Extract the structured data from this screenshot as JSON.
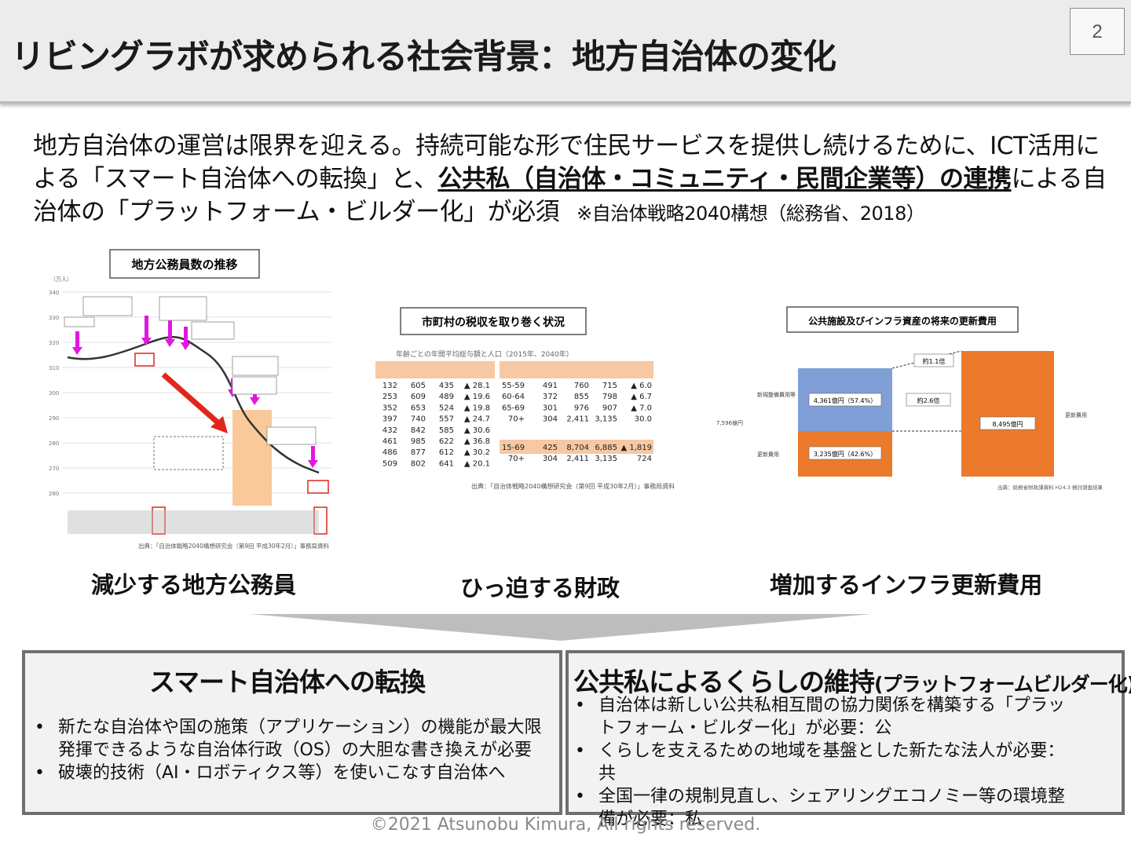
{
  "header": {
    "title": "リビングラボが求められる社会背景：地方自治体の変化",
    "page_number": "2"
  },
  "lead": {
    "text_1": "地方自治体の運営は限界を迎える。持続可能な形で住民サービスを提供し続けるために、ICT活用による「スマート自治体への転換」と、",
    "text_strong": "公共私（自治体・コミュニティ・民間企業等）の連携",
    "text_2": "による自治体の「プラットフォーム・ビルダー化」が必須",
    "source": "※自治体戦略2040構想（総務省、2018）"
  },
  "figures": {
    "staff": {
      "title": "地方公務員数の推移",
      "unit": "（万人）",
      "source": "出典：「自治体戦略2040構想研究会（第9回 平成30年2月）」事務局資料"
    },
    "tax": {
      "title": "市町村の税収を取り巻く状況",
      "subtitle": "年齢ごとの年間平均総与額と人口（2015年、2040年）",
      "source": "出典：「自治体戦略2040構想研究会（第9回 平成30年2月）」事務局資料",
      "left_rows": [
        [
          "132",
          "605",
          "435",
          "▲ 28.1"
        ],
        [
          "253",
          "609",
          "489",
          "▲ 19.6"
        ],
        [
          "352",
          "653",
          "524",
          "▲ 19.8"
        ],
        [
          "397",
          "740",
          "557",
          "▲ 24.7"
        ],
        [
          "432",
          "842",
          "585",
          "▲ 30.6"
        ],
        [
          "461",
          "985",
          "622",
          "▲ 36.8"
        ],
        [
          "486",
          "877",
          "612",
          "▲ 30.2"
        ],
        [
          "509",
          "802",
          "641",
          "▲ 20.1"
        ]
      ],
      "right_rows": [
        [
          "55-59",
          "491",
          "760",
          "715",
          "▲ 6.0"
        ],
        [
          "60-64",
          "372",
          "855",
          "798",
          "▲ 6.7"
        ],
        [
          "65-69",
          "301",
          "976",
          "907",
          "▲ 7.0"
        ],
        [
          "70+",
          "304",
          "2,411",
          "3,135",
          "30.0"
        ],
        [
          "15-69",
          "425",
          "8,704",
          "6,885",
          "▲ 1,819"
        ],
        [
          "70+",
          "304",
          "2,411",
          "3,135",
          "724"
        ]
      ]
    },
    "infra": {
      "title": "公共施設及びインフラ資産の将来の更新費用",
      "label_current": "4,361億円（57.4%）",
      "label_renewal_now": "3,235億円（42.6%）",
      "label_future": "8,495億円",
      "ratio_1": "約1.1倍",
      "ratio_2": "約2.6倍",
      "left_axis": "7,596億円",
      "label_new": "新規整備費用等",
      "label_renew": "更新費用",
      "label_right": "更新費用",
      "source": "出典：総務省財政課資料 H24.3 検討調査結果"
    }
  },
  "captions": {
    "staff": "減少する地方公務員",
    "finance": "ひっ迫する財政",
    "infra": "増加するインフラ更新費用"
  },
  "boxes": {
    "left": {
      "title": "スマート自治体への転換",
      "items": [
        "新たな自治体や国の施策（アプリケーション）の機能が最大限発揮できるような自治体行政（OS）の大胆な書き換えが必要",
        "破壊的技術（AI・ロボティクス等）を使いこなす自治体へ"
      ]
    },
    "right": {
      "title": "公共私によるくらしの維持",
      "title_small": "(プラットフォームビルダー化)",
      "items": [
        "自治体は新しい公共私相互間の協力関係を構築する「プラットフォーム・ビルダー化」が必要：公",
        "くらしを支えるための地域を基盤とした新たな法人が必要：共",
        "全国一律の規制見直し、シェアリングエコノミー等の環境整備が必要：私"
      ]
    }
  },
  "footer": {
    "copyright": "©2021 Atsunobu Kimura, All rights reserved."
  }
}
